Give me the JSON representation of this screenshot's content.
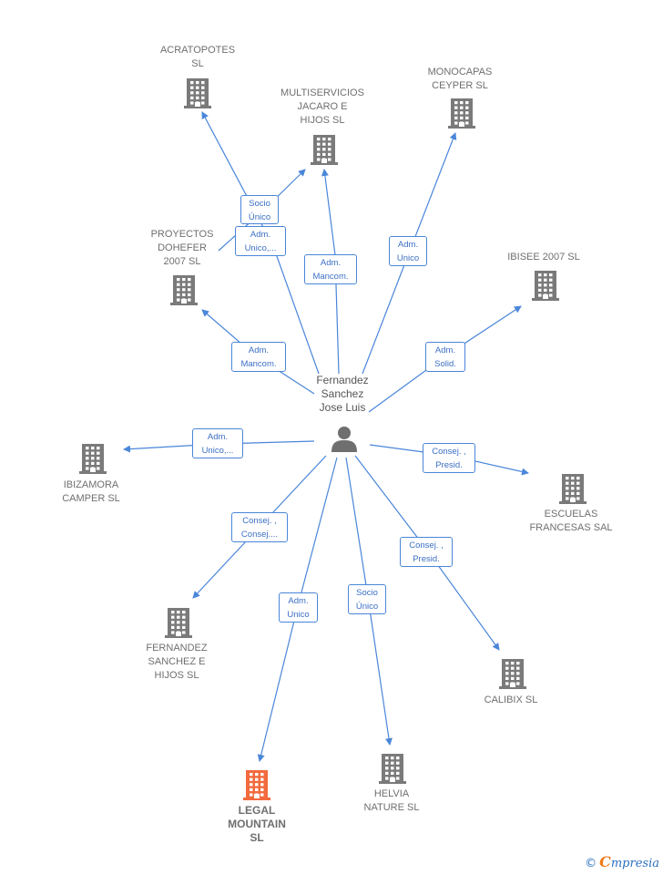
{
  "center": {
    "name": "Fernandez\nSanchez\nJose Luis"
  },
  "colors": {
    "edge": "#4a86d9",
    "building": "#7a7a7a",
    "highlight": "#f26a3d"
  },
  "companies": [
    {
      "id": "acratopotes",
      "name": "ACRATOPOTES\nSL",
      "icon": "building-icon"
    },
    {
      "id": "multiservicios",
      "name": "MULTISERVICIOS\nJACARO E\nHIJOS SL",
      "icon": "building-icon"
    },
    {
      "id": "monocapas",
      "name": "MONOCAPAS\nCEYPER SL",
      "icon": "building-icon"
    },
    {
      "id": "proyectos",
      "name": "PROYECTOS\nDOHEFER\n2007 SL",
      "icon": "building-icon"
    },
    {
      "id": "ibisee",
      "name": "IBISEE 2007  SL",
      "icon": "building-icon"
    },
    {
      "id": "ibizamora",
      "name": "IBIZAMORA\nCAMPER  SL",
      "icon": "building-icon"
    },
    {
      "id": "escuelas",
      "name": "ESCUELAS\nFRANCESAS SAL",
      "icon": "building-icon"
    },
    {
      "id": "fernandez",
      "name": "FERNANDEZ\nSANCHEZ E\nHIJOS SL",
      "icon": "building-icon"
    },
    {
      "id": "calibix",
      "name": "CALIBIX  SL",
      "icon": "building-icon"
    },
    {
      "id": "legal",
      "name": "LEGAL\nMOUNTAIN\nSL",
      "icon": "building-icon",
      "highlight": true
    },
    {
      "id": "helvia",
      "name": "HELVIA\nNATURE SL",
      "icon": "building-icon"
    }
  ],
  "edges": [
    {
      "to": "acratopotes",
      "label": "Adm.\nUnico,..."
    },
    {
      "to": "multiservicios",
      "label": "Socio\nÚnico"
    },
    {
      "to": "multiservicios",
      "label": "Adm.\nMancom."
    },
    {
      "to": "monocapas",
      "label": "Adm.\nUnico"
    },
    {
      "to": "proyectos",
      "label": "Adm.\nMancom."
    },
    {
      "to": "ibisee",
      "label": "Adm.\nSolid."
    },
    {
      "to": "ibizamora",
      "label": "Adm.\nUnico,..."
    },
    {
      "to": "escuelas",
      "label": "Consej. ,\nPresid."
    },
    {
      "to": "fernandez",
      "label": "Consej. ,\nConsej...."
    },
    {
      "to": "calibix",
      "label": "Consej. ,\nPresid."
    },
    {
      "to": "legal",
      "label": "Adm.\nUnico"
    },
    {
      "to": "helvia",
      "label": "Socio\nÚnico"
    }
  ],
  "brand": {
    "copyright": "©",
    "name": "mpresia",
    "initial": "C"
  }
}
